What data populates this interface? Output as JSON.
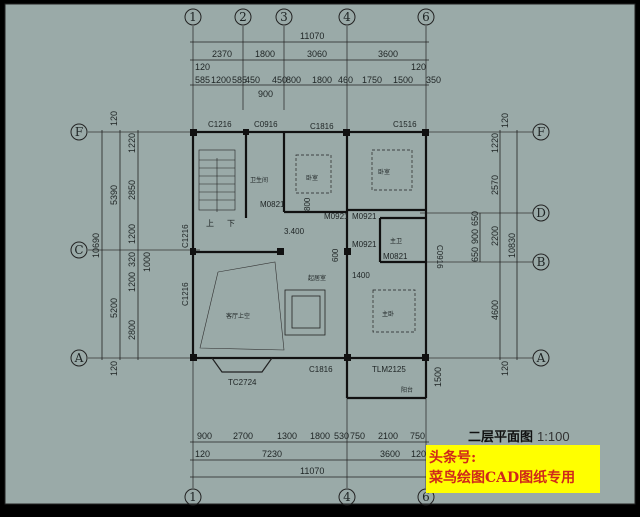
{
  "drawing": {
    "title": "二层平面图",
    "scale": "1:100",
    "background_color": "#9aaaa8",
    "watermark_line1": "头条号:",
    "watermark_line2": "菜鸟绘图CAD图纸专用",
    "watermark_bg": "#ffff00",
    "watermark_color": "#d0281a"
  },
  "axes": {
    "top": [
      "1",
      "2",
      "3",
      "4",
      "6"
    ],
    "bottom": [
      "1",
      "4",
      "6"
    ],
    "left": [
      "F",
      "C",
      "A"
    ],
    "right": [
      "F",
      "D",
      "B",
      "A"
    ]
  },
  "dims": {
    "top_total": "11070",
    "top_row2": [
      "2370",
      "1800",
      "3060",
      "3600"
    ],
    "top_row2_ends": [
      "120",
      "120"
    ],
    "top_row3": [
      "585",
      "1200",
      "585",
      "450",
      "450",
      "800",
      "1800",
      "460",
      "1750",
      "1500",
      "350"
    ],
    "top_row3_sub": "900",
    "left_total": "10690",
    "left_row2": [
      "5390",
      "5200"
    ],
    "left_row3": [
      "1220",
      "2850",
      "1200",
      "320",
      "1200",
      "2800"
    ],
    "left_row3_sub": "1000",
    "left_ends": [
      "120",
      "120"
    ],
    "right_total": "10830",
    "right_row2": [
      "1220",
      "2570",
      "2200",
      "4600"
    ],
    "right_row3": [
      "650",
      "900",
      "650"
    ],
    "right_ends": [
      "120",
      "120"
    ],
    "right_balcony": "1500",
    "bottom_row1": [
      "900",
      "2700",
      "1300",
      "1800",
      "530",
      "750",
      "2100",
      "750"
    ],
    "bottom_row2": [
      "120",
      "7230",
      "3600",
      "120"
    ],
    "bottom_total": "11070"
  },
  "labels": {
    "windows": [
      "C1216",
      "C0916",
      "C1816",
      "C1516",
      "C1216",
      "C1216",
      "C0916",
      "C1816",
      "TC2724",
      "TLM2125"
    ],
    "doors": [
      "M0821",
      "M0921",
      "M0921",
      "M0921",
      "M0821"
    ],
    "elevation": "3.400",
    "dim_600": "600",
    "dim_800": "800",
    "dim_1400": "1400",
    "stair_up": "上",
    "stair_down": "下"
  },
  "rooms": [
    "卫生间",
    "卧室",
    "卧室",
    "主卫",
    "起居室",
    "客厅上空",
    "主卧",
    "阳台"
  ]
}
